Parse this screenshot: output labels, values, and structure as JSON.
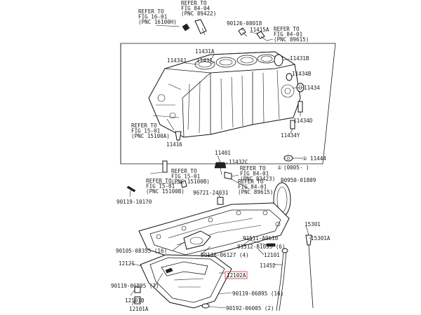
{
  "labels": [
    {
      "id": "ref-16-01-top",
      "lines": [
        "REFER TO",
        "FIG 16-01",
        "(PNC 16100H)"
      ]
    },
    {
      "id": "ref-84-04",
      "lines": [
        "REFER TO",
        "FIG 84-04",
        "(PNC 89422)"
      ]
    },
    {
      "id": "p90126",
      "lines": [
        "90126-08018"
      ]
    },
    {
      "id": "p11415a",
      "lines": [
        "11415A"
      ]
    },
    {
      "id": "ref-84-01-top",
      "lines": [
        "REFER TO",
        "FIG 84-01",
        "(PNC 89615)"
      ]
    },
    {
      "id": "p11431a",
      "lines": [
        "11431A"
      ]
    },
    {
      "id": "p11431b",
      "lines": [
        "11431B"
      ]
    },
    {
      "id": "p11434j",
      "lines": [
        "11434J"
      ]
    },
    {
      "id": "p11431",
      "lines": [
        "11431"
      ]
    },
    {
      "id": "p11434b",
      "lines": [
        "11434B"
      ]
    },
    {
      "id": "p11434",
      "lines": [
        "11434"
      ]
    },
    {
      "id": "p11434d",
      "lines": [
        "11434D"
      ]
    },
    {
      "id": "ref-15-01-mid",
      "lines": [
        "REFER TO",
        "FIG 15-01",
        "(PNC 15100A)"
      ]
    },
    {
      "id": "p11434y",
      "lines": [
        "11434Y"
      ]
    },
    {
      "id": "p11416",
      "lines": [
        "11416"
      ]
    },
    {
      "id": "p11401",
      "lines": [
        "11401"
      ]
    },
    {
      "id": "p11444",
      "lines": [
        "11444"
      ]
    },
    {
      "id": "p11432c",
      "lines": [
        "11432C"
      ]
    },
    {
      "id": "ref-84-01-mid",
      "lines": [
        "REFER TO",
        "FIG 84-01",
        "(PNC 83423)"
      ]
    },
    {
      "id": "date",
      "lines": [
        "(0005- )"
      ]
    },
    {
      "id": "ref-15-01-low",
      "lines": [
        "REFER TO",
        "FIG 15-01",
        "(PNC 15100B)"
      ]
    },
    {
      "id": "ref-15-01-left",
      "lines": [
        "REFER TO",
        "FIG 15-01",
        "(PNC 15100B)"
      ]
    },
    {
      "id": "ref-84-01-low",
      "lines": [
        "REFER TO",
        "FIG 84-01",
        "(PNC 89615)"
      ]
    },
    {
      "id": "p90950",
      "lines": [
        "90950-01809"
      ]
    },
    {
      "id": "p96721",
      "lines": [
        "96721-24031"
      ]
    },
    {
      "id": "p90119-10170",
      "lines": [
        "90119-10170"
      ]
    },
    {
      "id": "p15301",
      "lines": [
        "15301"
      ]
    },
    {
      "id": "p15301a",
      "lines": [
        "15301A"
      ]
    },
    {
      "id": "p91511",
      "lines": [
        "91511-A0610"
      ]
    },
    {
      "id": "p90105",
      "lines": [
        "90105-08355 (16)"
      ]
    },
    {
      "id": "p91512",
      "lines": [
        "91512-B1055 (6)"
      ]
    },
    {
      "id": "p90116",
      "lines": [
        "90116-06127 (4)"
      ]
    },
    {
      "id": "p12101",
      "lines": [
        "12101"
      ]
    },
    {
      "id": "p12121",
      "lines": [
        "12121"
      ]
    },
    {
      "id": "p11452",
      "lines": [
        "11452"
      ]
    },
    {
      "id": "p12102a",
      "lines": [
        "12102A"
      ]
    },
    {
      "id": "p90119-06895-7",
      "lines": [
        "90119-06895 (7)"
      ]
    },
    {
      "id": "p90119-06895-16",
      "lines": [
        "90119-06895 (16)"
      ]
    },
    {
      "id": "p12101b",
      "lines": [
        "12101B"
      ]
    },
    {
      "id": "p12101a",
      "lines": [
        "12101A"
      ]
    },
    {
      "id": "p90192",
      "lines": [
        "90192-06005 (2)"
      ]
    }
  ],
  "marks": {
    "date_marker": "①",
    "item_marker": "①"
  },
  "colors": {
    "line": "#1a1a1a",
    "highlight": "#d65a5a",
    "background": "#ffffff"
  }
}
